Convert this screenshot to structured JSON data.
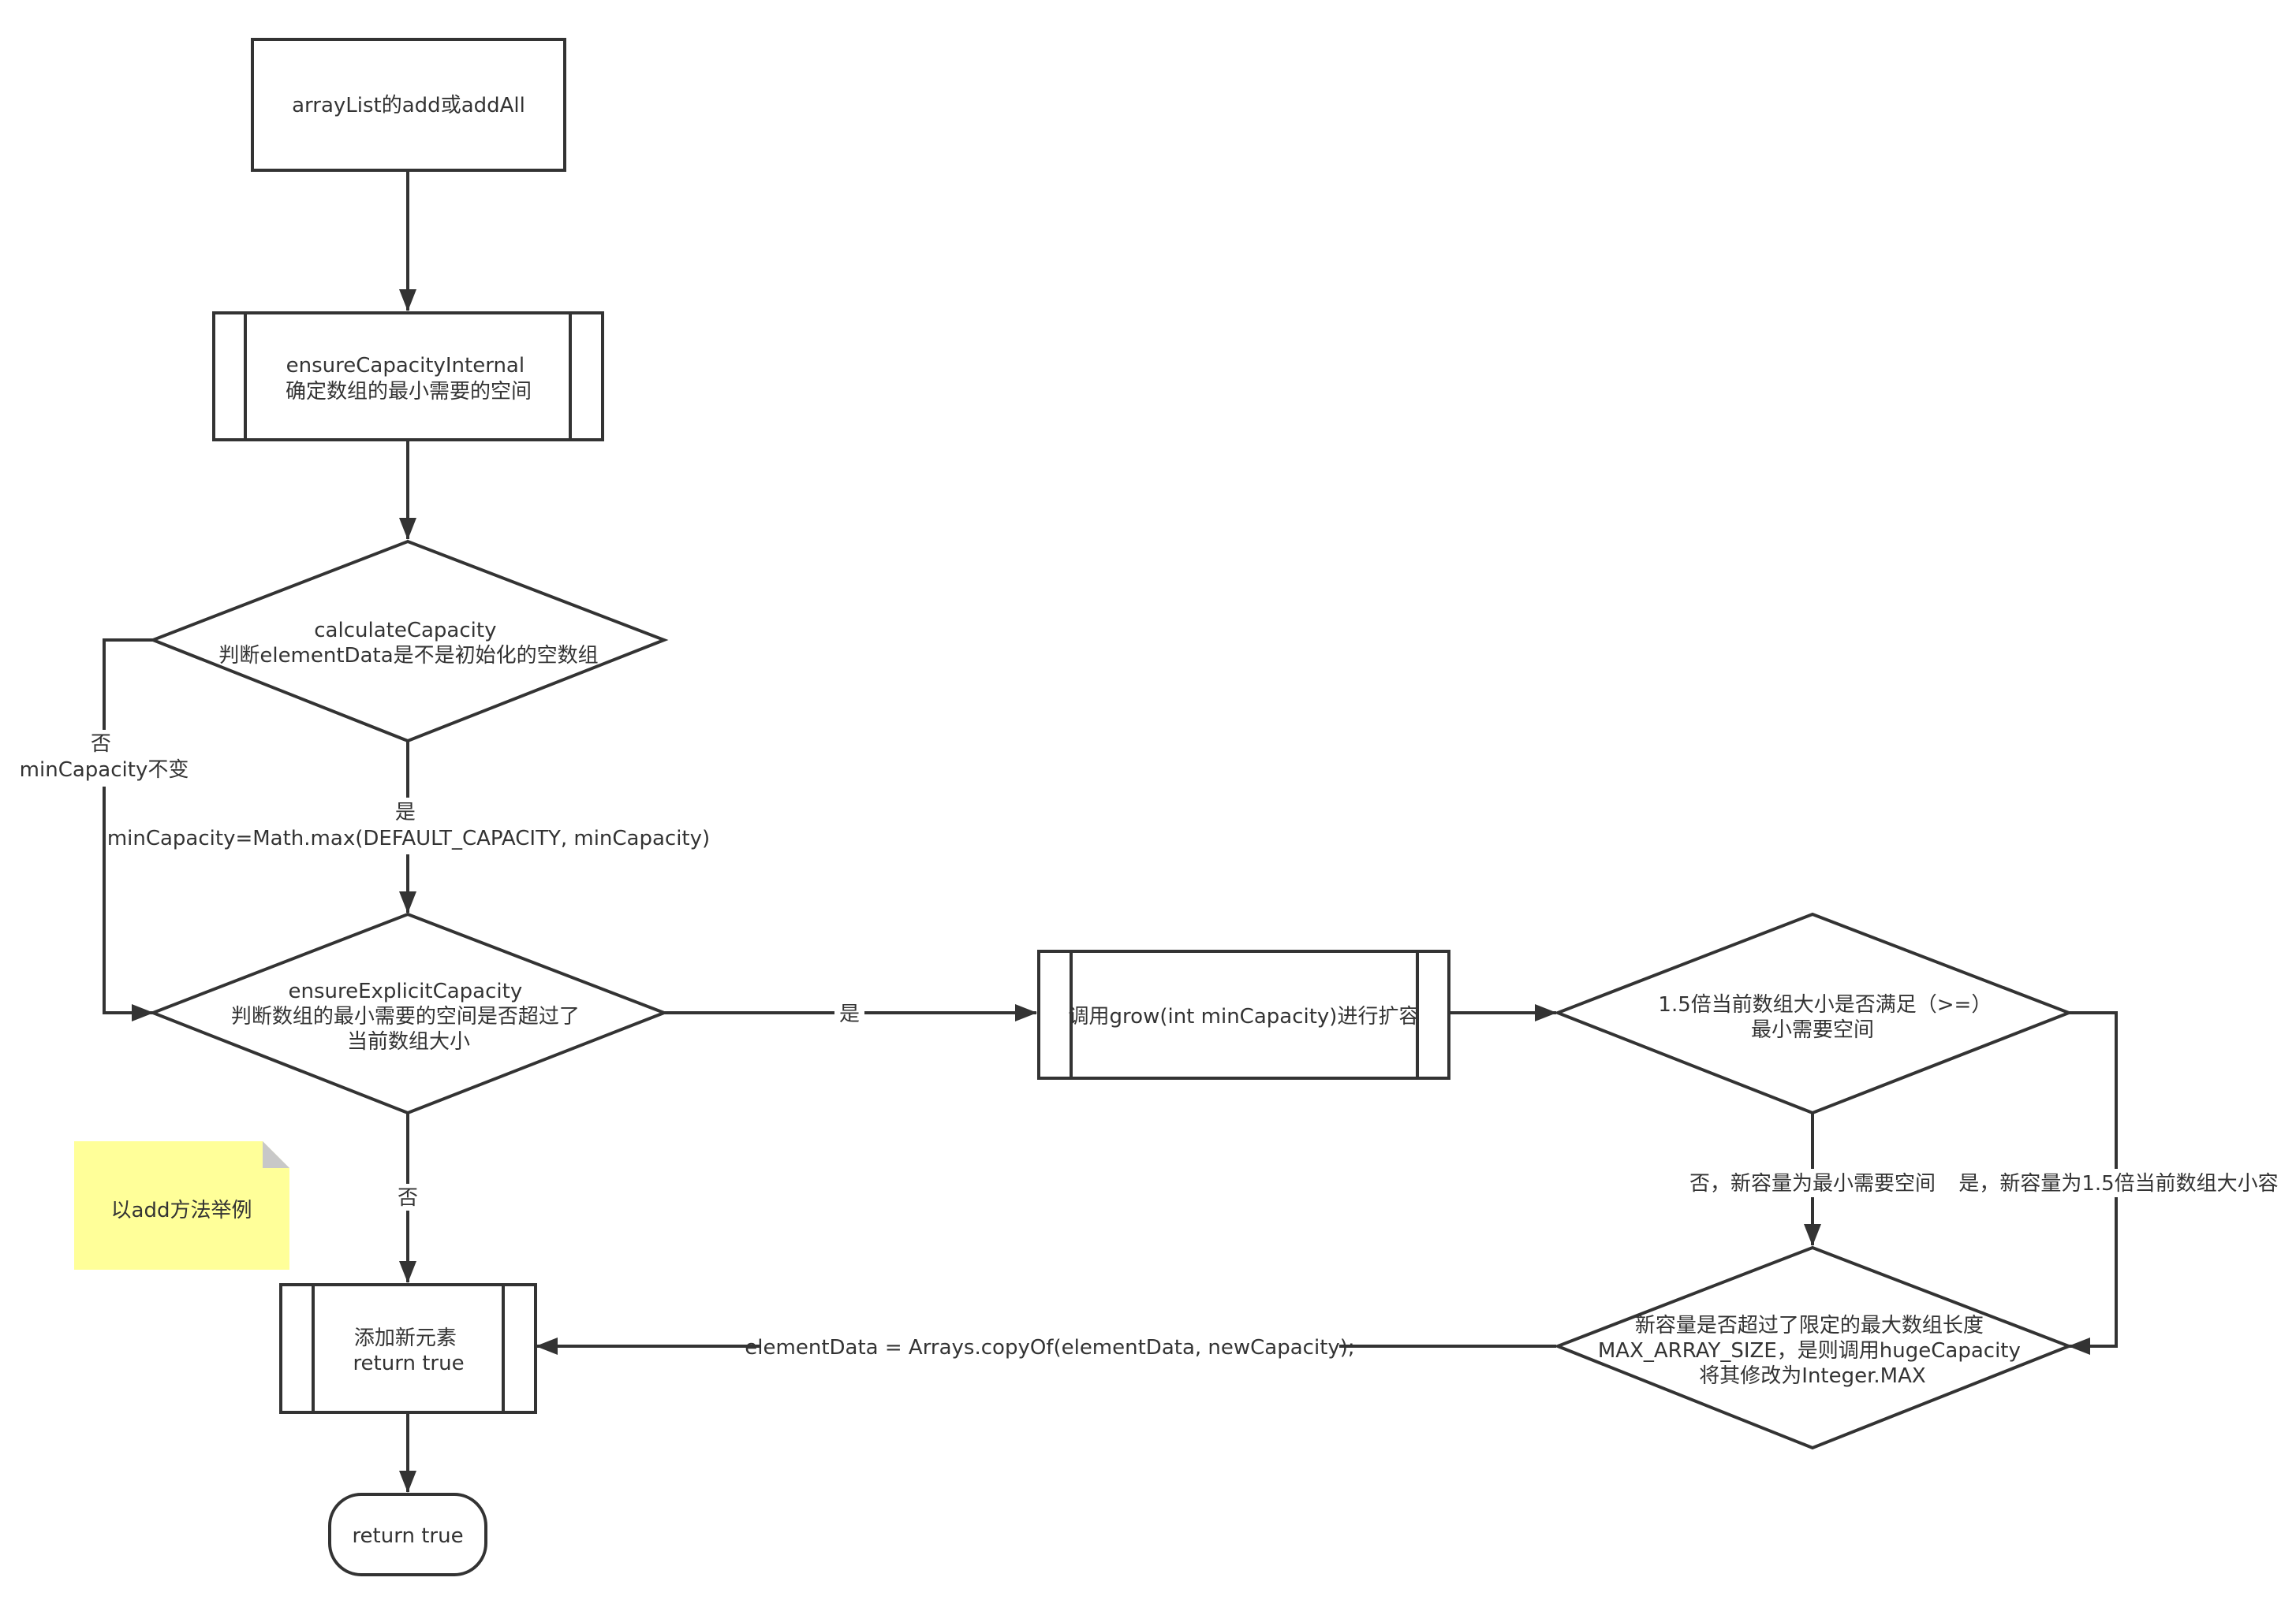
{
  "nodes": {
    "start": [
      "arrayList的add或addAll"
    ],
    "ensure_internal": [
      "ensureCapacityInternal",
      "确定数组的最小需要的空间"
    ],
    "calculate": [
      "calculateCapacity",
      "判断elementData是不是初始化的空数组"
    ],
    "ensure_explicit": [
      "ensureExplicitCapacity",
      "判断数组的最小需要的空间是否超过了",
      "当前数组大小"
    ],
    "grow": [
      "调用grow(int minCapacity)进行扩容"
    ],
    "check_15": [
      "1.5倍当前数组大小是否满足（>=）",
      "最小需要空间"
    ],
    "check_max": [
      "新容量是否超过了限定的最大数组长度",
      "MAX_ARRAY_SIZE，是则调用hugeCapacity",
      "将其修改为Integer.MAX"
    ],
    "add_element": [
      "添加新元素",
      "return true"
    ],
    "end": [
      "return true"
    ]
  },
  "edge_labels": {
    "calc_no": [
      "否",
      "minCapacity不变"
    ],
    "calc_yes": [
      "是",
      "minCapacity=Math.max(DEFAULT_CAPACITY, minCapacity)"
    ],
    "explicit_yes": [
      "是"
    ],
    "explicit_no": [
      "否"
    ],
    "check15_no": [
      "否，新容量为最小需要空间"
    ],
    "check15_yes": [
      "是，新容量为1.5倍当前数组大小容"
    ],
    "copy": [
      "elementData = Arrays.copyOf(elementData, newCapacity);"
    ]
  },
  "note": {
    "text": "以add方法举例",
    "color": "#ffff99"
  },
  "colors": {
    "stroke": "#333333",
    "text": "#333333",
    "background": "#ffffff"
  }
}
